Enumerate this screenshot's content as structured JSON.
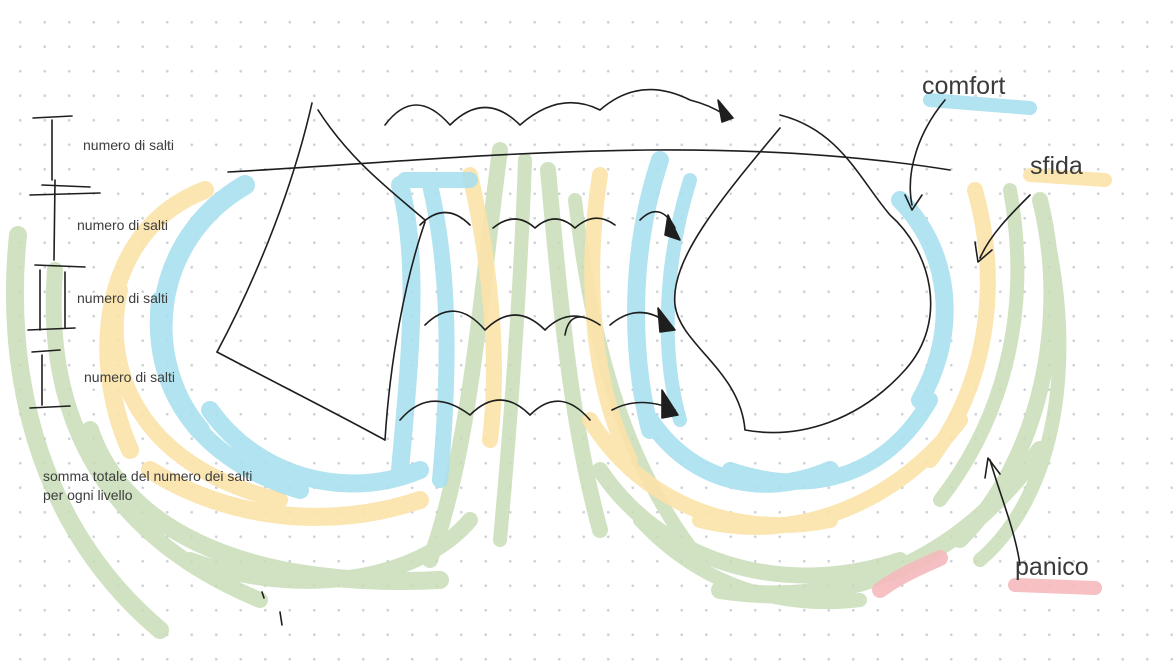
{
  "labels": {
    "row1": "numero di salti",
    "row2": "numero di salti",
    "row3": "numero di salti",
    "row4": "numero di salti",
    "summary": "somma totale del numero dei salti per ogni livello",
    "comfort": "comfort",
    "sfida": "sfida",
    "panico": "panico"
  },
  "colors": {
    "comfort_zone": "#a9e0ef",
    "challenge_zone": "#fbe3a8",
    "panic_zone": "#c8ddb7",
    "red_highlight": "#f6b9bd",
    "ink": "#1e1e1e",
    "grid_dot": "#cfd3d8"
  }
}
